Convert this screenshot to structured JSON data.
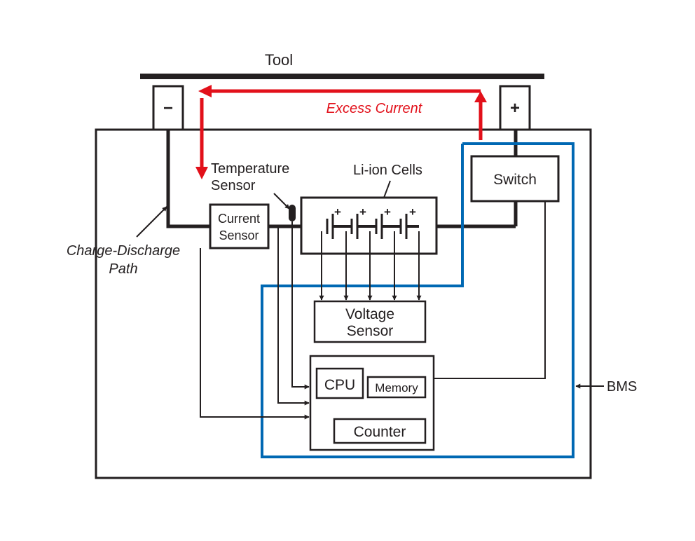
{
  "tool_label": "Tool",
  "minus_label": "−",
  "plus_label": "+",
  "excess_current_label": "Excess Current",
  "temperature_sensor_label": [
    "Temperature",
    "Sensor"
  ],
  "li_ion_cells_label": "Li-ion Cells",
  "switch_label": "Switch",
  "current_sensor_label": [
    "Current",
    "Sensor"
  ],
  "charge_discharge_path_label": [
    "Charge-Discharge",
    "Path"
  ],
  "voltage_sensor_label": [
    "Voltage",
    "Sensor"
  ],
  "cpu_label": "CPU",
  "memory_label": "Memory",
  "counter_label": "Counter",
  "bms_label": "BMS",
  "cell_plus_labels": [
    "+",
    "+",
    "+",
    "+"
  ],
  "colors": {
    "wire": "#231f20",
    "excess_current": "#e2101a",
    "bms_outline": "#0068b3"
  }
}
